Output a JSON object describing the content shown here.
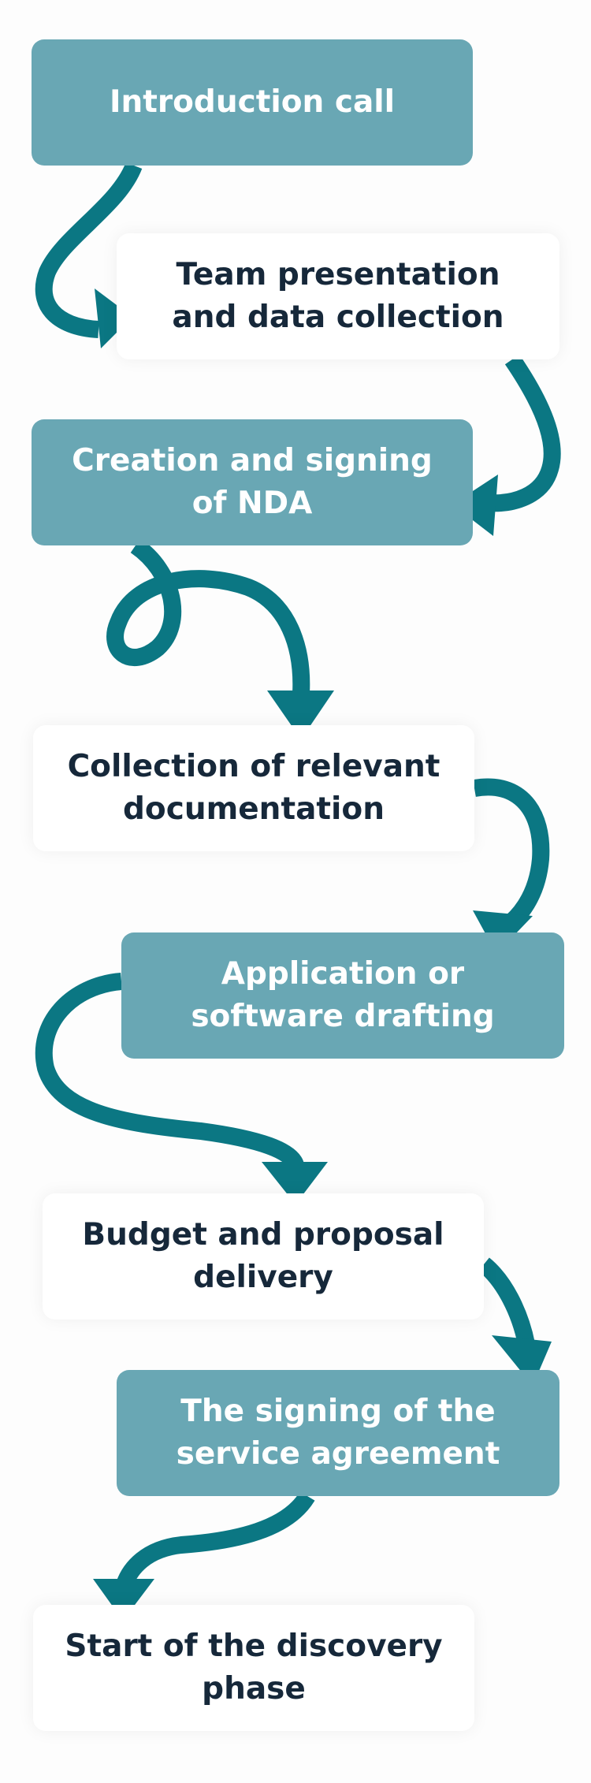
{
  "diagram": {
    "steps": [
      {
        "id": "introduction-call",
        "label": "Introduction call",
        "style": "teal"
      },
      {
        "id": "team-presentation",
        "label": "Team presentation\nand data collection",
        "style": "white"
      },
      {
        "id": "nda",
        "label": "Creation and signing\nof NDA",
        "style": "teal"
      },
      {
        "id": "documentation",
        "label": "Collection of relevant\ndocumentation",
        "style": "white"
      },
      {
        "id": "drafting",
        "label": "Application or\nsoftware drafting",
        "style": "teal"
      },
      {
        "id": "budget",
        "label": "Budget and proposal\ndelivery",
        "style": "white"
      },
      {
        "id": "service-agreement",
        "label": "The signing of the\nservice agreement",
        "style": "teal"
      },
      {
        "id": "discovery",
        "label": "Start of the discovery\nphase",
        "style": "white"
      }
    ],
    "colors": {
      "teal_box": "#69a7b4",
      "white_box": "#ffffff",
      "arrow": "#0b7783",
      "dark_text": "#16283a",
      "light_text": "#ffffff"
    }
  }
}
